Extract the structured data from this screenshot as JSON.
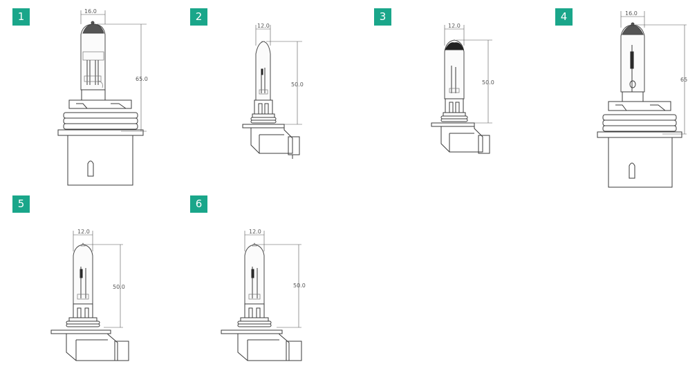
{
  "badges": [
    "1",
    "2",
    "3",
    "4",
    "5",
    "6"
  ],
  "lamps": [
    {
      "width_label": "16.0",
      "height_label": "65.0"
    },
    {
      "width_label": "12.0",
      "height_label": "50.0"
    },
    {
      "width_label": "12.0",
      "height_label": "50.0"
    },
    {
      "width_label": "16.0",
      "height_label": "65"
    },
    {
      "width_label": "12.0",
      "height_label": "50.0"
    },
    {
      "width_label": "12.0",
      "height_label": "50.0"
    }
  ],
  "colors": {
    "badge_bg": "#1aa68a",
    "badge_text": "#ffffff",
    "line": "#3a3a3a"
  }
}
